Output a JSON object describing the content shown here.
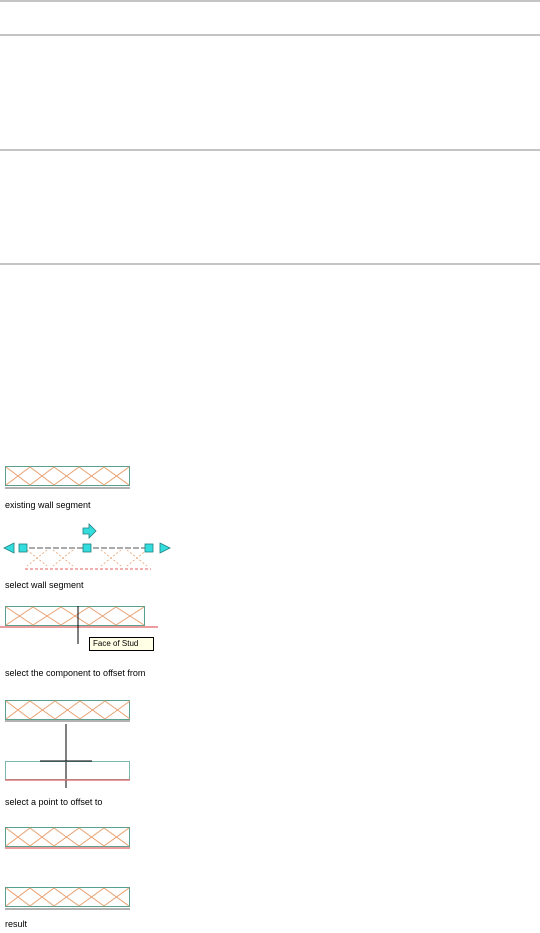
{
  "steps": [
    {
      "caption": "existing wall segment"
    },
    {
      "caption": "select wall segment"
    },
    {
      "caption": "select the component to offset from",
      "tooltip": "Face of Stud"
    },
    {
      "caption": "select a point to offset to"
    },
    {
      "caption": "result"
    }
  ],
  "colors": {
    "rule": "#c4c4c4",
    "stud_cross": "#e8a070",
    "wall_outline": "#5aa090",
    "face_line": "#e06060",
    "grip": "#33dddd",
    "tooltip_bg": "#ffffe6"
  },
  "icons": [
    "square-grip-icon",
    "triangle-grip-icon",
    "arrow-grip-icon"
  ]
}
